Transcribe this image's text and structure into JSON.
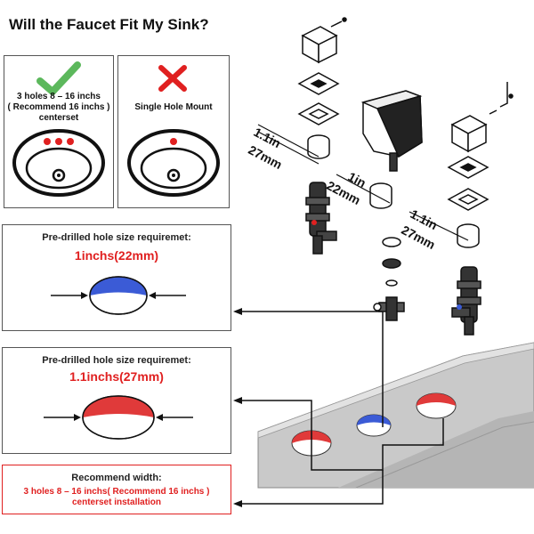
{
  "title": "Will the Faucet Fit My Sink?",
  "option_fit": {
    "label_line1": "3 holes 8 – 16 inchs",
    "label_line2": "( Recommend 16 inchs )",
    "label_line3": "centerset",
    "status_icon": "check-icon",
    "status_color": "#5cb85c"
  },
  "option_nofit": {
    "label": "Single Hole Mount",
    "status_icon": "cross-icon",
    "status_color": "#e02020"
  },
  "hole_small": {
    "title": "Pre-drilled hole size requiremet:",
    "value": "1inchs(22mm)",
    "color": "#3b5bd6"
  },
  "hole_large": {
    "title": "Pre-drilled hole size requiremet:",
    "value": "1.1inchs(27mm)",
    "color": "#e03a3a"
  },
  "recommend": {
    "title": "Recommend width:",
    "line1": "3 holes 8 – 16 inchs( Recommend 16 inchs )",
    "line2": "centerset installation"
  },
  "dimensions": {
    "left_in": "1.1in",
    "left_mm": "27mm",
    "mid_in": "1in",
    "mid_mm": "22mm",
    "right_in": "1.1in",
    "right_mm": "27mm"
  }
}
